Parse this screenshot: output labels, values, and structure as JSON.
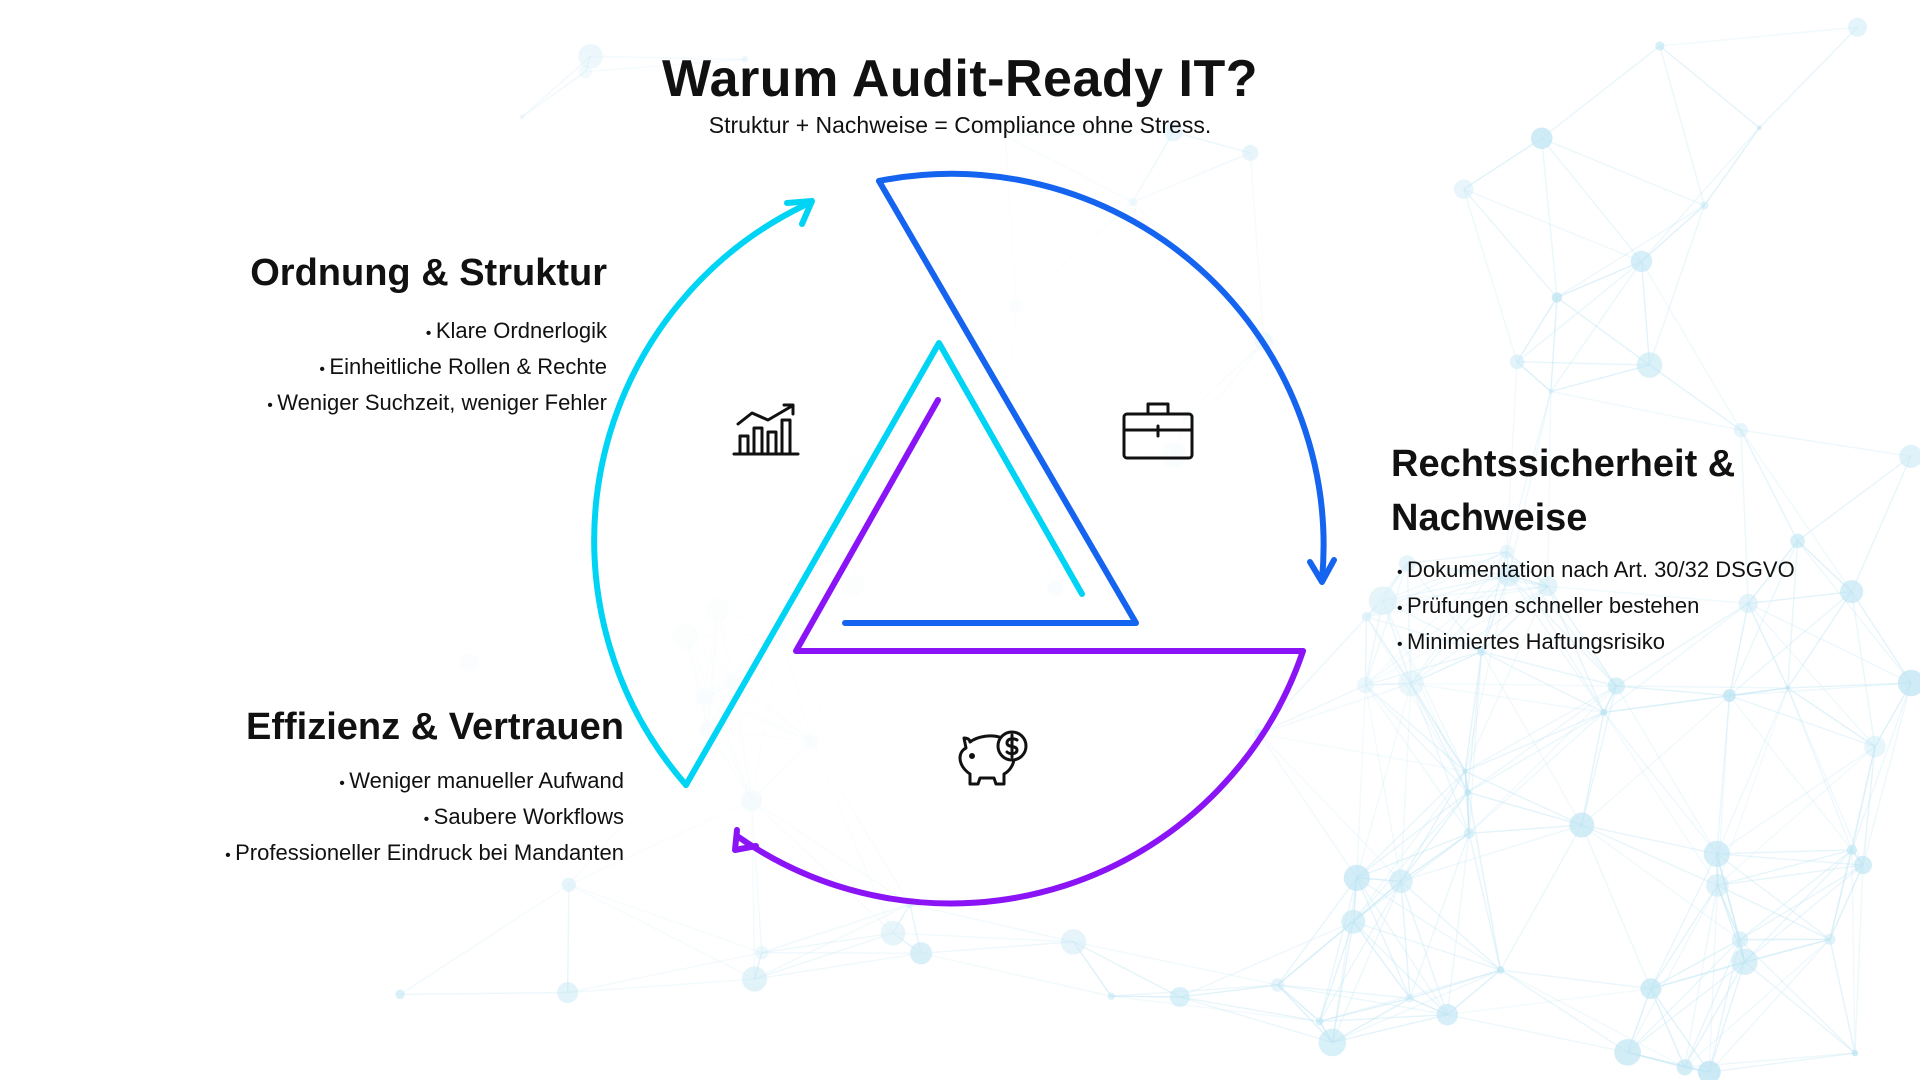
{
  "header": {
    "title": "Warum Audit-Ready IT?",
    "subtitle": "Struktur + Nachweise = Compliance ohne Stress."
  },
  "blocks": {
    "ordnung": {
      "title": "Ordnung & Struktur",
      "items": [
        "Klare Ordnerlogik",
        "Einheitliche Rollen & Rechte",
        "Weniger Suchzeit, weniger Fehler"
      ]
    },
    "recht": {
      "title": "Rechtssicherheit & Nachweise",
      "items": [
        "Dokumentation nach Art. 30/32 DSGVO",
        "Prüfungen schneller bestehen",
        "Minimiertes Haftungsrisiko"
      ]
    },
    "effizienz": {
      "title": "Effizienz & Vertrauen",
      "items": [
        "Weniger manueller Aufwand",
        "Saubere Workflows",
        "Professioneller Eindruck bei Mandanten"
      ]
    }
  },
  "icons": {
    "ordnung": "bar-chart-growth-icon",
    "recht": "briefcase-icon",
    "effizienz": "piggy-bank-dollar-icon"
  },
  "colors": {
    "cyan": "#00d4f5",
    "blue": "#1464f0",
    "purple": "#8a14f5",
    "network": "#a8dcef"
  }
}
